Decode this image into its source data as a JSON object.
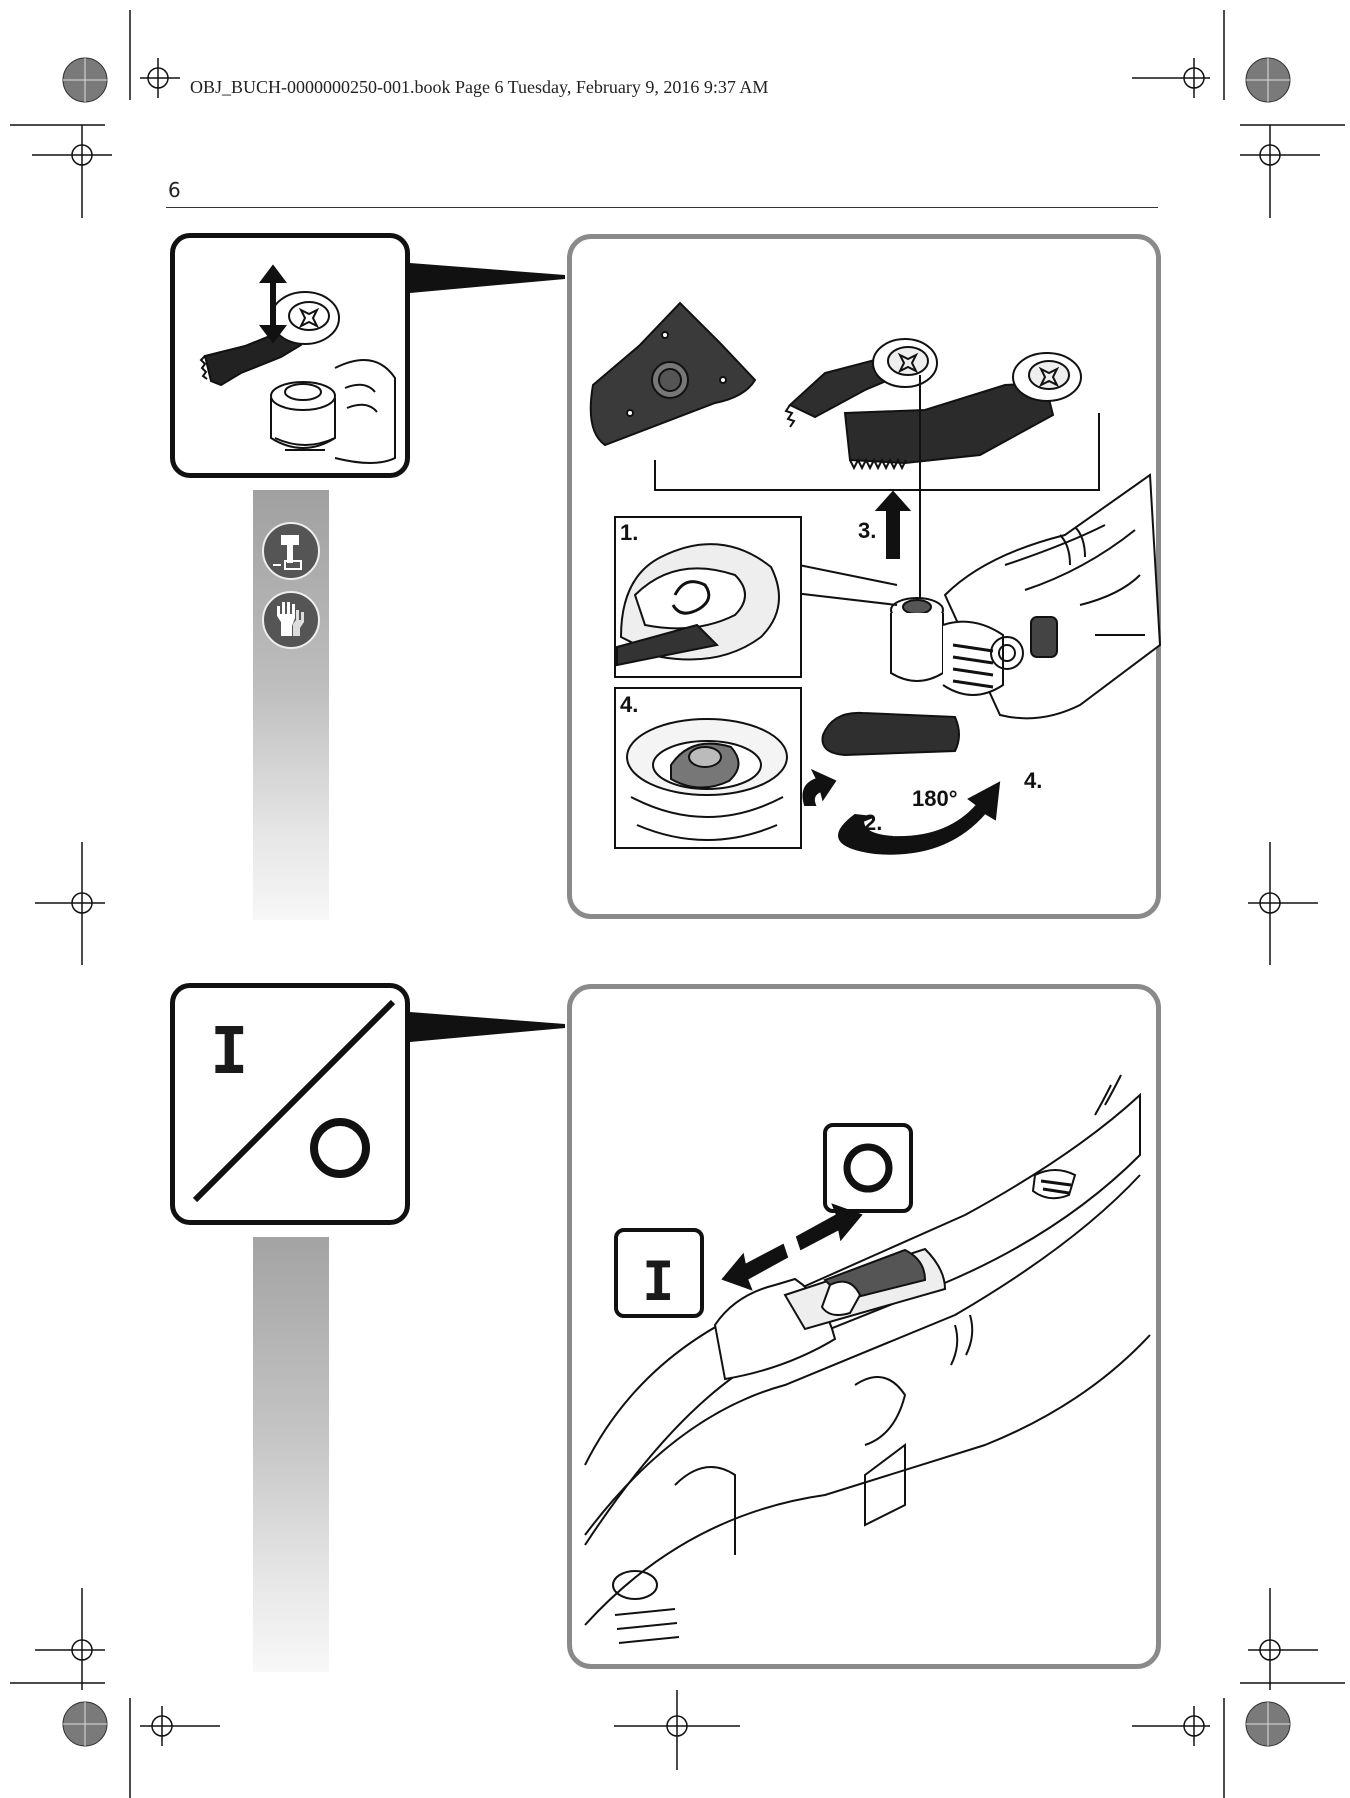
{
  "print_header": "OBJ_BUCH-0000000250-001.book  Page 6  Tuesday, February 9, 2016  9:37 AM",
  "page_number": "6",
  "figure1": {
    "step_labels": {
      "s1": "1.",
      "s2": "2.",
      "s3": "3.",
      "s4": "4."
    },
    "rotation_label": "180°",
    "sidebar_icons": [
      "battery-removal-icon",
      "gloves-icon"
    ]
  },
  "figure2": {
    "switch_on_symbol": "I",
    "switch_off_symbol": "O"
  },
  "colors": {
    "panel_border": "#8a8a8a",
    "sidebar_gray": "#a8a8a8",
    "ink": "#111111"
  }
}
